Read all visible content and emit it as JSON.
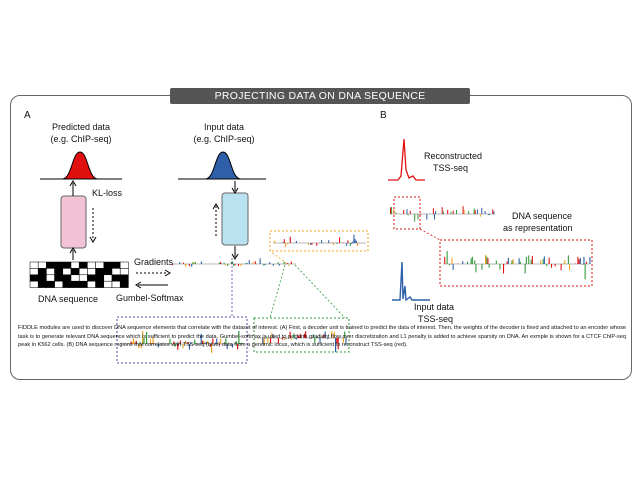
{
  "header": {
    "title": "PROJECTING DATA ON DNA SEQUENCE"
  },
  "panel_a": {
    "letter": "A",
    "predicted_label": "Predicted data",
    "predicted_sub": "(e.g. ChIP-seq)",
    "input_label": "Input data",
    "input_sub": "(e.g. ChIP-seq)",
    "kl_loss": "KL-loss",
    "gradients": "Gradients",
    "dna_sequence": "DNA sequence",
    "gumbel_softmax": "Gumbel-Softmax"
  },
  "panel_b": {
    "letter": "B",
    "reconstructed_label": "Reconstructed",
    "reconstructed_sub": "TSS-seq",
    "dna_rep_label": "DNA sequence",
    "dna_rep_sub": "as representation",
    "input_label": "Input data",
    "input_sub": "TSS-seq"
  },
  "colors": {
    "red": "#e01010",
    "blue": "#2e5fa8",
    "pink": "#f2c2d6",
    "lightblue": "#b9e1f0",
    "orange": "#f0a020",
    "green": "#2f9a3a",
    "purple": "#5b3fa0"
  },
  "caption": "FIDDLE modules are used to discover DNA sequence elements that correlate with the dataset of interest. (A) First, a decoder unit is trained to predict the data of interest. Then, the weights of the decoder is fixed and attached to an encoder whose task is to generate relevant DNA sequence which is sufficient to predict the data. Gumbel-softmax is used to perform gradient flow over discretization and L1 penalty is added to achieve sparsity on DNA. An exmple is shown for a CTCF ChIP-seq peak in K562 cells. (B) DNA sequence regions that correlates with TSS-seq (blue) data from a genomic locus, which is sufficient to reconstruct TSS-seq (red)."
}
